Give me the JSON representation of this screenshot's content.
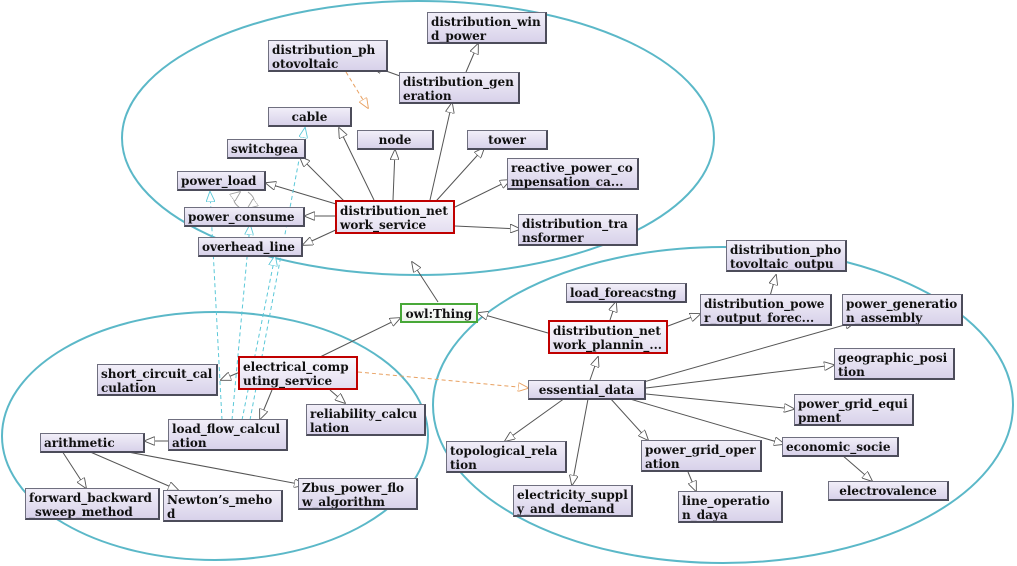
{
  "nodes": {
    "owl_thing": "owl:Thing",
    "distribution_network_service": "distribution_network_service",
    "electrical_computing_service": "electrical_computing_service",
    "distribution_network_planning": "distribution_network_plannin_...",
    "distribution_wind_power": "distribution_wind_power",
    "distribution_photovoltaic": "distribution_photovoltaic",
    "distribution_generation": "distribution_generation",
    "cable": "cable",
    "node": "node",
    "tower": "tower",
    "switchgear": "switchgear",
    "reactive_power_compensation": "reactive_power_compensation_ca...",
    "power_load": "power_load",
    "power_consumer": "power_consumer",
    "overhead_line": "overhead_line",
    "distribution_transformer": "distribution_transformer",
    "short_circuit_calculation": "short_circuit_calculation",
    "load_flow_calculation": "load_flow_calculation",
    "reliability_calculation": "reliability_calculation",
    "arithmetic": "arithmetic",
    "forward_backward_sweep_method": "forward_backward_sweep_method",
    "newtons_method": "Newton’s_mehod",
    "zbus_power_flow_algorithm": "Zbus_power_flow_algorithm",
    "distribution_photovoltaic_output": "distribution_photovoltaic_output...",
    "load_forecasting": "load_foreacstng",
    "distribution_power_output_forecast": "distribution_power_output_forec...",
    "power_generation_assembly": "power_generation_assembly",
    "geographic_position": "geographic_position",
    "essential_data": "essential_data",
    "power_grid_equipment": "power_grid_equipment",
    "topological_relation": "topological_relation",
    "power_grid_operation": "power_grid_operation",
    "economic_society": "economic_society",
    "electricity_supply_and_demand": "electricity_supply_and_demand",
    "line_operation_daya": "line_operation_daya",
    "electrovalence": "electrovalence"
  },
  "colors": {
    "ellipse": "#5bb8c8",
    "subclass_edge": "#555555",
    "object_property_edge": "#e8a060",
    "dashed_relation": "#5bc8d8",
    "highlight_border": "#c00000",
    "root_border": "#48a838",
    "node_fill": "#dcd6ec"
  }
}
